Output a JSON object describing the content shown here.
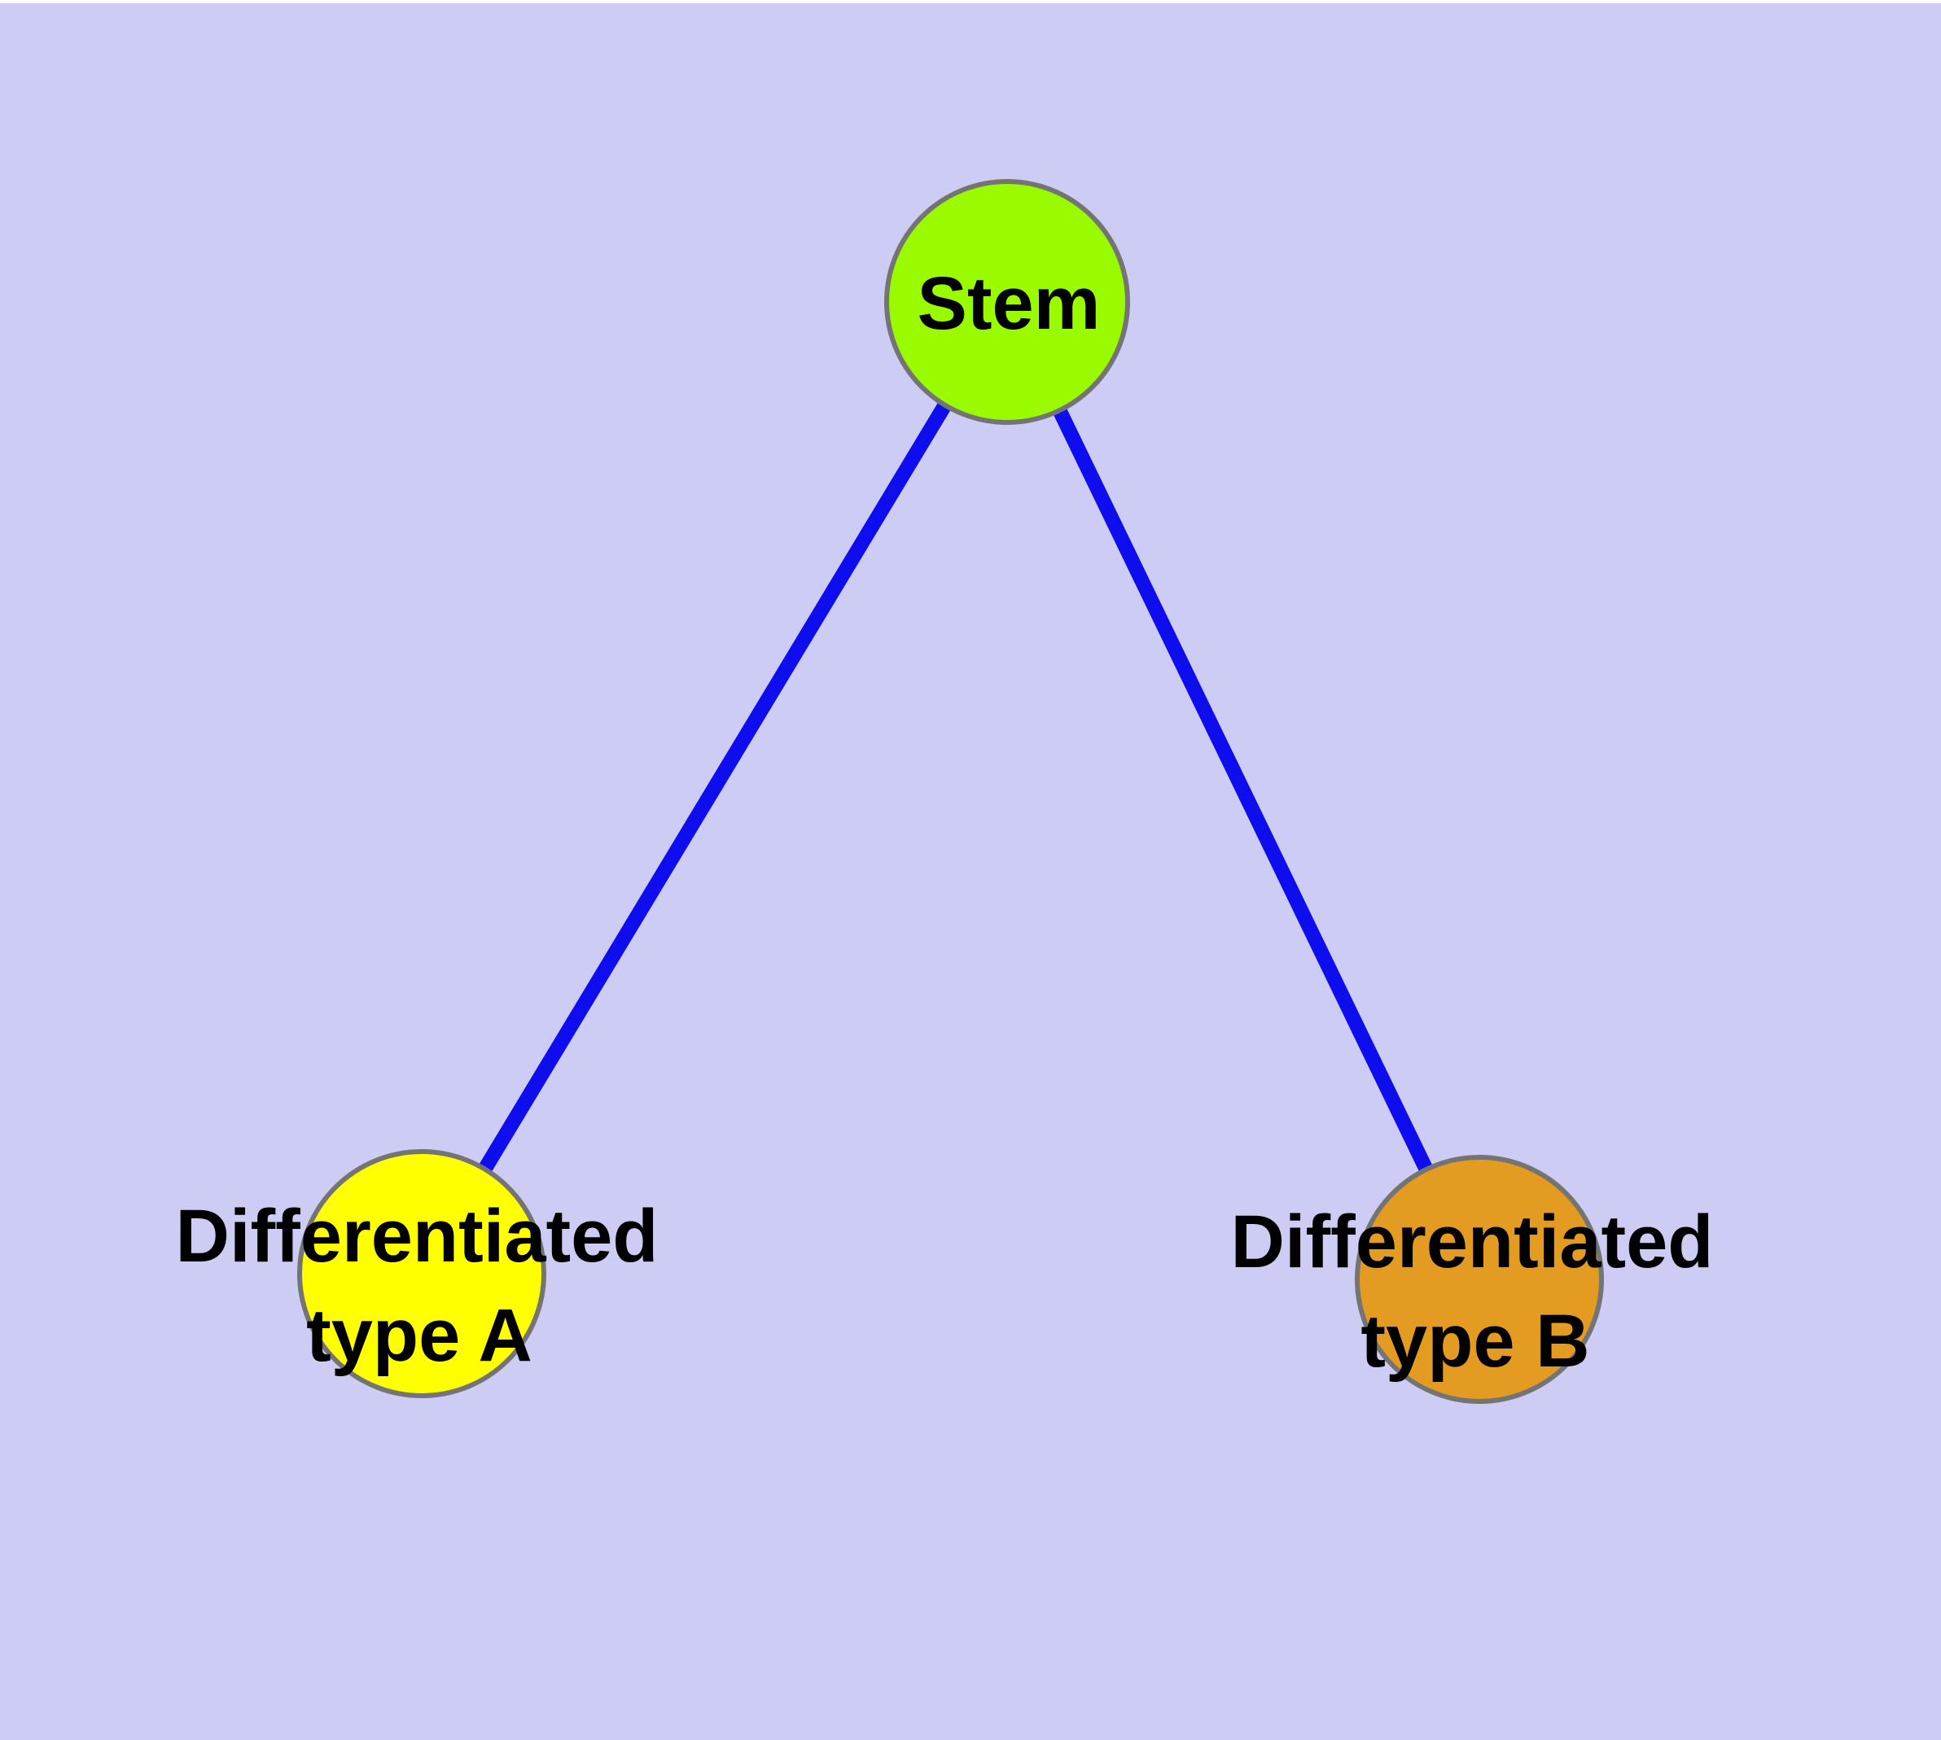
{
  "diagram_type": "graph",
  "colors": {
    "background": "#CCCCF4",
    "top_border": "#FFFFFF",
    "edge": "#0D0DEE",
    "node_border": "#747474",
    "label_text": "#000000"
  },
  "nodes": [
    {
      "id": "stem",
      "label": "Stem",
      "label_lines": [
        "Stem"
      ],
      "fill": "#9AFA00"
    },
    {
      "id": "differentiated-type-a",
      "label": "Differentiated type A",
      "label_lines": [
        "Differentiated",
        "type A"
      ],
      "fill": "#FFFF00"
    },
    {
      "id": "differentiated-type-b",
      "label": "Differentiated type B",
      "label_lines": [
        "Differentiated",
        "type B"
      ],
      "fill": "#E49B22"
    }
  ],
  "edges": [
    {
      "from": "stem",
      "to": "differentiated-type-a",
      "color": "#0D0DEE"
    },
    {
      "from": "stem",
      "to": "differentiated-type-b",
      "color": "#0D0DEE"
    }
  ]
}
